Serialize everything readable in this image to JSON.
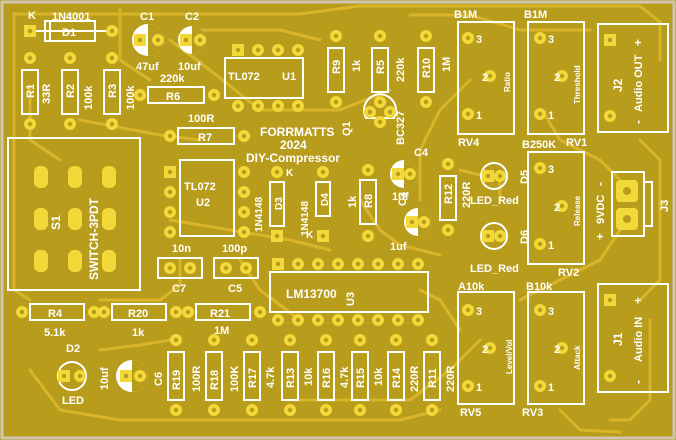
{
  "board": {
    "title_line1": "FORRMATTS",
    "title_line2": "2024",
    "title_line3": "DIY-Compressor",
    "colors": {
      "board": "#b89c1c",
      "copper": "#d9b52a",
      "pad": "#f3d83a",
      "silk": "#ffffff",
      "frame": "#cfc6b8"
    }
  },
  "components": {
    "D1": {
      "ref": "D1",
      "value": "1N4001",
      "pin": "K"
    },
    "C1": {
      "ref": "C1",
      "value": "47uf"
    },
    "C2": {
      "ref": "C2",
      "value": "10uf"
    },
    "U1": {
      "ref": "U1",
      "value": "TL072"
    },
    "R9": {
      "ref": "R9",
      "value": "1k"
    },
    "R5": {
      "ref": "R5",
      "value": "220k"
    },
    "R10": {
      "ref": "R10",
      "value": "1M"
    },
    "R1": {
      "ref": "R1",
      "value": "33R"
    },
    "R2": {
      "ref": "R2",
      "value": "100k"
    },
    "R3": {
      "ref": "R3",
      "value": "100k"
    },
    "R6": {
      "ref": "R6",
      "value": "220k"
    },
    "R7": {
      "ref": "R7",
      "value": "100R"
    },
    "Q1": {
      "ref": "Q1",
      "value": "BC327"
    },
    "U2": {
      "ref": "U2",
      "value": "TL072"
    },
    "D3": {
      "ref": "D3",
      "value": "1N4148",
      "pin": "K"
    },
    "D4": {
      "ref": "D4",
      "value": "1N4148",
      "pin": "K"
    },
    "R8": {
      "ref": "R8",
      "value": "1k"
    },
    "C4": {
      "ref": "C4",
      "value": "1uf"
    },
    "C3": {
      "ref": "C3",
      "value": "1uf"
    },
    "R12": {
      "ref": "R12",
      "value": "220R"
    },
    "D5": {
      "ref": "D5",
      "value": "LED_Red"
    },
    "D6": {
      "ref": "D6",
      "value": "LED_Red"
    },
    "S1": {
      "ref": "S1",
      "value": "SWITCH-3PDT"
    },
    "C7": {
      "ref": "C7",
      "value": "10n"
    },
    "C5": {
      "ref": "C5",
      "value": "100p"
    },
    "U3": {
      "ref": "U3",
      "value": "LM13700"
    },
    "R4": {
      "ref": "R4",
      "value": "5.1k"
    },
    "R20": {
      "ref": "R20",
      "value": "1k"
    },
    "R21": {
      "ref": "R21",
      "value": "1M"
    },
    "D2": {
      "ref": "D2",
      "value": "LED"
    },
    "C6": {
      "ref": "C6",
      "value": "10uf"
    },
    "R19": {
      "ref": "R19",
      "value": "100R"
    },
    "R18": {
      "ref": "R18",
      "value": "100K"
    },
    "R17": {
      "ref": "R17",
      "value": "4.7k"
    },
    "R13": {
      "ref": "R13",
      "value": "10k"
    },
    "R16": {
      "ref": "R16",
      "value": "4.7k"
    },
    "R15": {
      "ref": "R15",
      "value": "10k"
    },
    "R14": {
      "ref": "R14",
      "value": "220R"
    },
    "R11": {
      "ref": "R11",
      "value": "220R"
    },
    "RV4": {
      "ref": "RV4",
      "value": "B1M",
      "function": "Ratio"
    },
    "RV1": {
      "ref": "RV1",
      "value": "B1M",
      "function": "Threshold"
    },
    "RV2": {
      "ref": "RV2",
      "value": "B250K",
      "function": "Release"
    },
    "RV5": {
      "ref": "RV5",
      "value": "A10k",
      "function": "Level/Vol"
    },
    "RV3": {
      "ref": "RV3",
      "value": "B10k",
      "function": "Attack"
    },
    "J2": {
      "ref": "J2",
      "value": "Audio OUT"
    },
    "J3": {
      "ref": "J3",
      "value": "9VDC"
    },
    "J1": {
      "ref": "J1",
      "value": "Audio IN"
    }
  },
  "pot_pins": [
    "3",
    "2",
    "1"
  ],
  "polarity": {
    "plus": "+",
    "minus": "-"
  }
}
